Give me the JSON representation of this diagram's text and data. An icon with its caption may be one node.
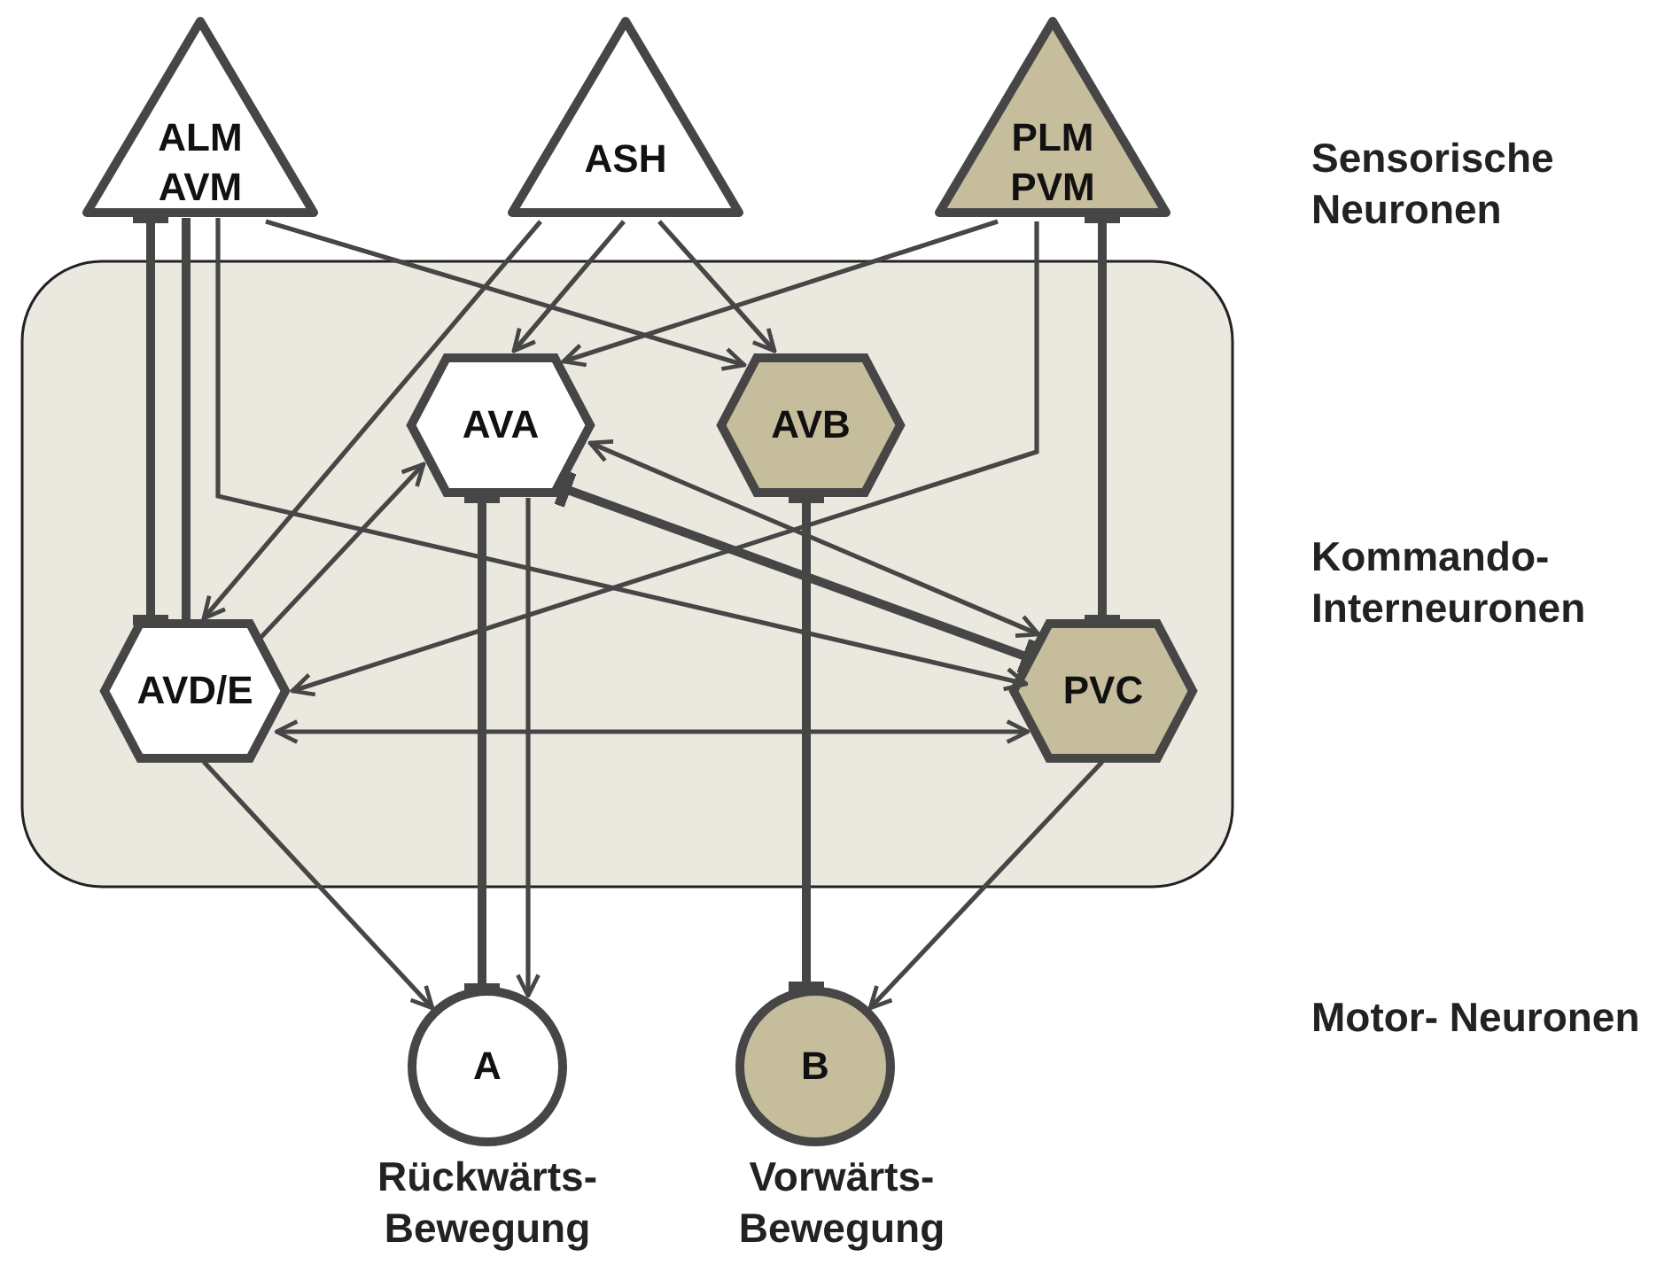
{
  "diagram": {
    "nodes": [
      {
        "text": [
          "ALM AVM"
        ]
      },
      {
        "text": [
          "ASH"
        ]
      },
      {
        "text": [
          "PLM PVM"
        ]
      },
      {
        "text": [],
        "shape": "box"
      },
      {
        "text": [
          "AVA"
        ],
        "in": 3
      },
      {
        "text": [
          "AVB"
        ],
        "in": 3
      },
      {
        "text": [
          "AVD/E"
        ],
        "in": 3
      },
      {
        "text": [
          "PVC"
        ],
        "in": 3
      },
      {
        "text": [
          "A"
        ],
        "beside": [
          "Rückwärts- Bewegung"
        ]
      },
      {
        "text": [
          "B"
        ],
        "beside": [
          "Vorwärts- Bewegung"
        ]
      }
    ],
    "edges": [
      {
        "from": 0,
        "to": 6,
        "arrow": "other",
        "style": "thick"
      },
      {
        "from": 0,
        "to": 6,
        "arrow": "none",
        "style": "thick"
      },
      {
        "from": 0,
        "to": 7,
        "arrow": "to"
      },
      {
        "from": 0,
        "to": 5,
        "arrow": "to"
      },
      {
        "from": 1,
        "to": 6,
        "arrow": "to"
      },
      {
        "from": 1,
        "to": 4,
        "arrow": "to"
      },
      {
        "from": 1,
        "to": 5,
        "arrow": "to"
      },
      {
        "from": 2,
        "to": 4,
        "arrow": "to"
      },
      {
        "from": 2,
        "to": 6,
        "arrow": "to"
      },
      {
        "from": 2,
        "to": 7,
        "arrow": "other",
        "style": "thick"
      },
      {
        "from": 6,
        "to": 4,
        "arrow": "to"
      },
      {
        "from": 4,
        "to": 7,
        "arrow": "both"
      },
      {
        "from": 4,
        "to": 7,
        "arrow": "other",
        "style": "thick"
      },
      {
        "from": 6,
        "to": 7,
        "arrow": "both"
      },
      {
        "from": 4,
        "to": 8,
        "arrow": "other",
        "style": "thick"
      },
      {
        "from": 4,
        "to": 8,
        "arrow": "to"
      },
      {
        "from": 5,
        "to": 9,
        "arrow": "other",
        "style": "thick"
      },
      {
        "from": 6,
        "to": 8,
        "arrow": "to"
      },
      {
        "from": 7,
        "to": 9,
        "arrow": "to"
      }
    ],
    "labels": [
      "Sensorische Neuronen",
      "Kommando- Interneuronen",
      "Motor- Neuronen"
    ]
  }
}
